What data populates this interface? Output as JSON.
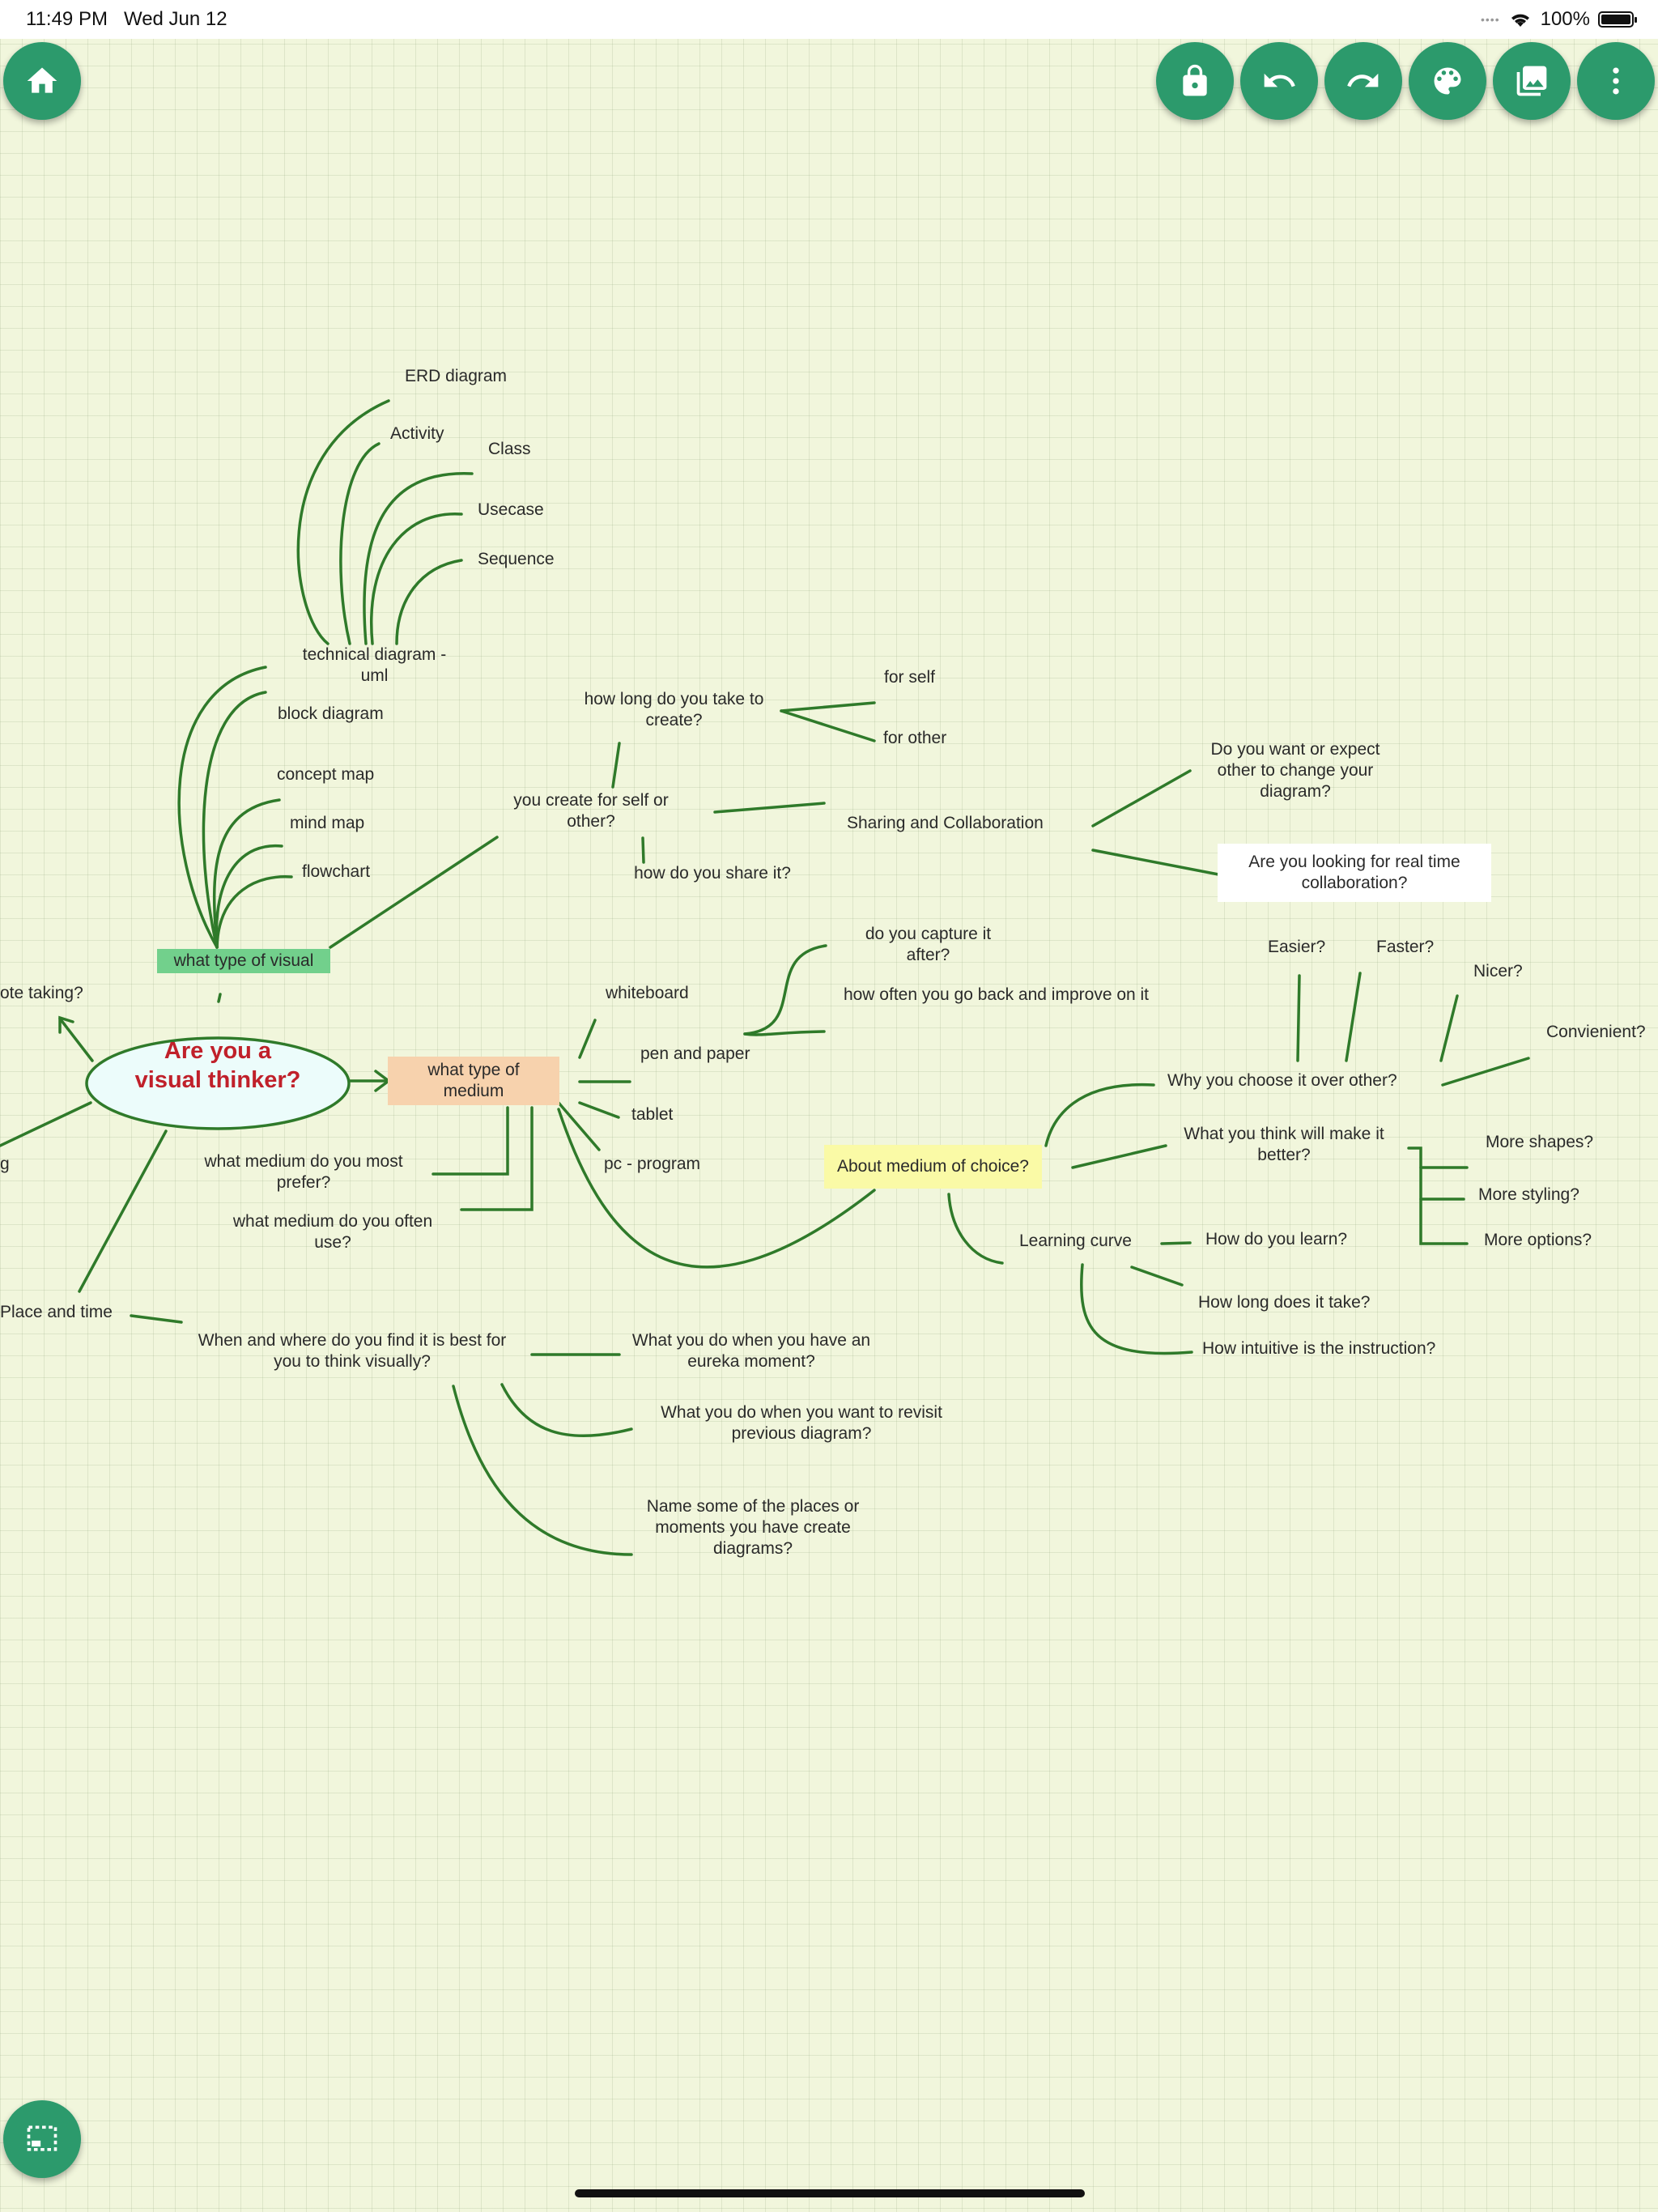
{
  "status": {
    "time": "11:49 PM",
    "date": "Wed Jun 12",
    "battery": "100%"
  },
  "toolbar": {
    "home": "home-icon",
    "lock": "lock-icon",
    "undo": "undo-icon",
    "redo": "redo-icon",
    "palette": "palette-icon",
    "image": "image-icon",
    "more": "more-vertical-icon",
    "select": "selection-icon"
  },
  "colors": {
    "accent": "#2c9a6c",
    "lines": "#2f7a2a",
    "central_text": "#c0202a"
  },
  "mindmap": {
    "central": "Are you a visual thinker?",
    "visual": {
      "title": "what type of visual",
      "uml": "technical diagram - uml",
      "uml_children": [
        "ERD diagram",
        "Activity",
        "Class",
        "Usecase",
        "Sequence"
      ],
      "block": "block diagram",
      "concept": "concept map",
      "mind": "mind map",
      "flow": "flowchart"
    },
    "left": {
      "note": "ote taking?",
      "g": "g",
      "place": "Place and time"
    },
    "medium": {
      "title": "what type of medium",
      "whiteboard": "whiteboard",
      "pen": "pen and paper",
      "tablet": "tablet",
      "pc": "pc - program",
      "prefer": "what medium do you most prefer?",
      "often": "what medium do you often use?",
      "capture": "do you capture it after?",
      "improve": "how often you go back and improve on it"
    },
    "create": {
      "title": "you create for self or other?",
      "howlong": "how long do you take to create?",
      "self": "for self",
      "other": "for other",
      "share": "how do you share it?"
    },
    "sharing": {
      "title": "Sharing and Collaboration",
      "expect": "Do you want or expect other to change your diagram?",
      "realtime": "Are you looking for real time collaboration?"
    },
    "choice": {
      "title": "About medium of choice?",
      "why": "Why you choose it over other?",
      "easier": "Easier?",
      "faster": "Faster?",
      "nicer": "Nicer?",
      "convenient": "Convienient?",
      "better": "What you think will make it better?",
      "shapes": "More shapes?",
      "styling": "More styling?",
      "options": "More options?",
      "learning": "Learning curve",
      "howlearn": "How do you learn?",
      "howlongtake": "How long does it take?",
      "intuitive": "How intuitive is the instruction?"
    },
    "when": {
      "title": "When and where do you find it is best for you to think visually?",
      "eureka": "What you do when you have an eureka moment?",
      "revisit": "What you do when you want to revisit previous diagram?",
      "places": "Name some of the places or moments you have create diagrams?"
    }
  }
}
